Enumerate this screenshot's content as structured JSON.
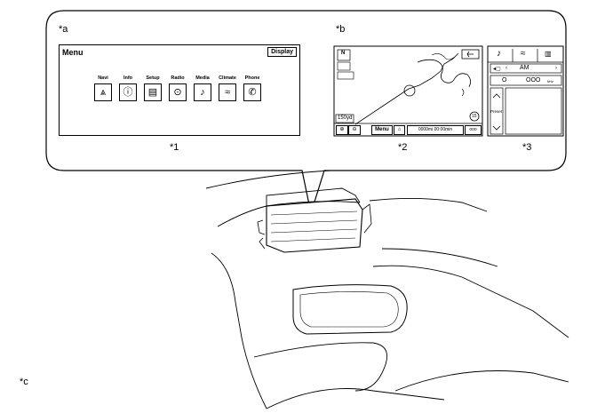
{
  "labels": {
    "a": "*a",
    "b": "*b",
    "c": "*c",
    "one": "*1",
    "two": "*2",
    "three": "*3"
  },
  "menu_screen": {
    "title": "Menu",
    "display_button": "Display",
    "items": [
      {
        "label": "Navi",
        "icon": "navi-icon",
        "glyph": "⩓"
      },
      {
        "label": "Info",
        "icon": "info-icon",
        "glyph": "ⓘ"
      },
      {
        "label": "Setup",
        "icon": "setup-icon",
        "glyph": "▤"
      },
      {
        "label": "Radio",
        "icon": "radio-icon",
        "glyph": "⊙"
      },
      {
        "label": "Media",
        "icon": "media-icon",
        "glyph": "♪"
      },
      {
        "label": "Climate",
        "icon": "climate-icon",
        "glyph": "≈"
      },
      {
        "label": "Phone",
        "icon": "phone-icon",
        "glyph": "✆"
      }
    ]
  },
  "map_screen": {
    "scale": "150yd",
    "menu_button": "Menu",
    "status_text": "0000mi 00:00min",
    "more": "ooo",
    "speed_sign": "15",
    "heading": "N"
  },
  "audio_screen": {
    "band": "AM",
    "freq": "OOO",
    "freq_unit": "kHz",
    "preset_label": "Preset",
    "station_marker": "O"
  }
}
